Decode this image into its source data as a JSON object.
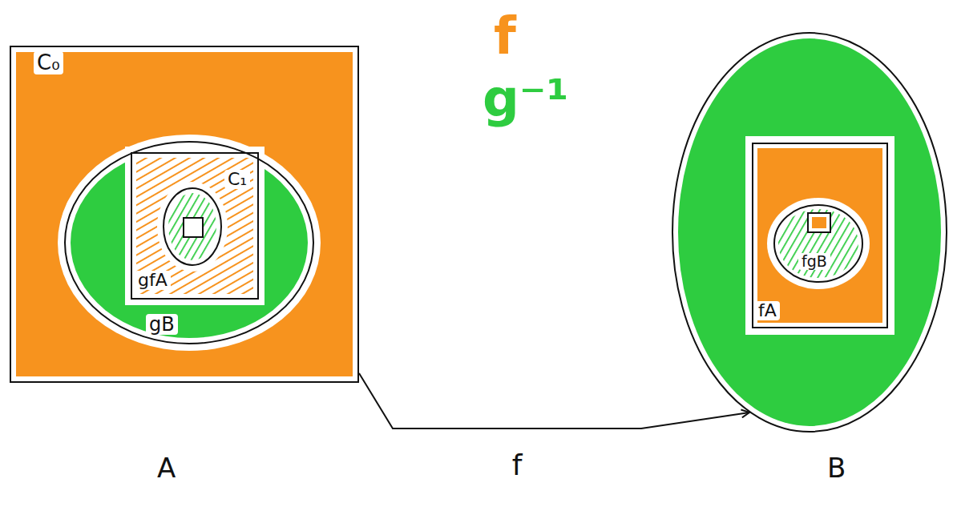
{
  "diagram": {
    "nodes": [
      {
        "text": [
          "C₀",
          "A"
        ]
      },
      {
        "text": [
          "gB"
        ],
        "in": 0
      },
      {
        "text": [
          "C₁",
          "gfA"
        ],
        "in": 1
      },
      {
        "text": [
          "B"
        ]
      },
      {
        "text": [
          "fA"
        ],
        "in": 3
      },
      {
        "text": [
          "fgB"
        ],
        "in": 4
      }
    ],
    "edges": [
      {
        "from": 0,
        "to": 3,
        "arrow": "to",
        "label": "f"
      }
    ],
    "labels": [
      "f",
      "g⁻¹"
    ]
  }
}
